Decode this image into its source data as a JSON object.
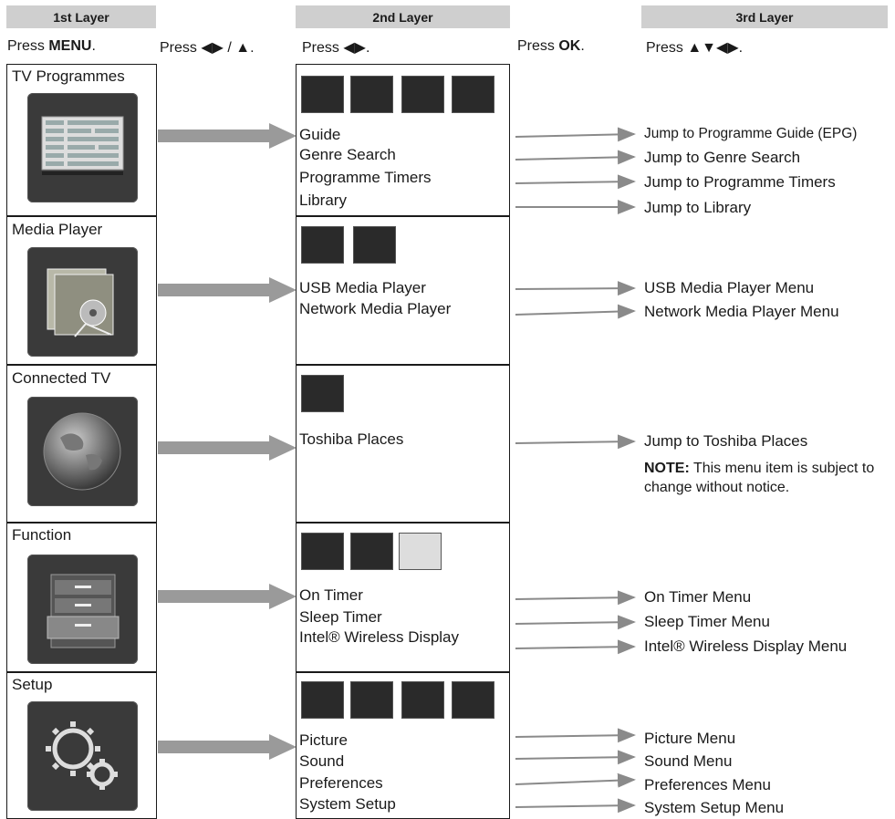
{
  "headers": {
    "layer1": "1st Layer",
    "layer2": "2nd Layer",
    "layer3": "3rd Layer"
  },
  "instructions": {
    "l1_prefix": "Press ",
    "l1_bold": "MENU",
    "l1_suffix": ".",
    "l12": "Press ◀▶ / ▲.",
    "l2": "Press ◀▶.",
    "l23_prefix": "Press ",
    "l23_bold": "OK",
    "l23_suffix": ".",
    "l3": "Press ▲▼◀▶."
  },
  "rows": [
    {
      "title": "TV Programmes",
      "icon": "tv-guide-icon",
      "items": [
        "Guide",
        "Genre Search",
        "Programme Timers",
        "Library"
      ],
      "results": [
        "Jump to Programme Guide (EPG)",
        "Jump to Genre Search",
        "Jump to Programme Timers",
        "Jump to Library"
      ]
    },
    {
      "title": "Media Player",
      "icon": "media-player-icon",
      "items": [
        "USB Media Player",
        "Network Media Player"
      ],
      "results": [
        "USB Media Player Menu",
        "Network Media Player Menu"
      ]
    },
    {
      "title": "Connected TV",
      "icon": "globe-icon",
      "items": [
        "Toshiba Places"
      ],
      "results": [
        "Jump to Toshiba Places"
      ],
      "note_bold": "NOTE:",
      "note_text": " This menu item is subject to change without notice."
    },
    {
      "title": "Function",
      "icon": "cabinet-icon",
      "items": [
        "On Timer",
        "Sleep Timer",
        "Intel® Wireless Display"
      ],
      "results": [
        "On Timer Menu",
        "Sleep Timer Menu",
        "Intel® Wireless Display Menu"
      ]
    },
    {
      "title": "Setup",
      "icon": "gears-icon",
      "items": [
        "Picture",
        "Sound",
        "Preferences",
        "System Setup"
      ],
      "results": [
        "Picture Menu",
        "Sound Menu",
        "Preferences Menu",
        "System Setup Menu"
      ]
    }
  ]
}
